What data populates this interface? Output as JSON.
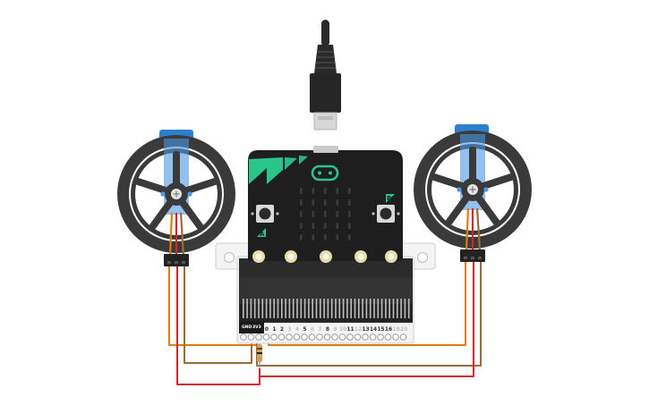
{
  "pins": [
    {
      "label": "0",
      "active": true
    },
    {
      "label": "1",
      "active": true
    },
    {
      "label": "2",
      "active": true
    },
    {
      "label": "3",
      "active": false
    },
    {
      "label": "4",
      "active": false
    },
    {
      "label": "5",
      "active": true
    },
    {
      "label": "6",
      "active": false
    },
    {
      "label": "7",
      "active": false
    },
    {
      "label": "8",
      "active": true
    },
    {
      "label": "9",
      "active": false
    },
    {
      "label": "10",
      "active": false
    },
    {
      "label": "11",
      "active": true
    },
    {
      "label": "12",
      "active": false
    },
    {
      "label": "13",
      "active": true
    },
    {
      "label": "14",
      "active": true
    },
    {
      "label": "15",
      "active": true
    },
    {
      "label": "16",
      "active": true
    },
    {
      "label": "19",
      "active": false
    },
    {
      "label": "20",
      "active": false
    }
  ],
  "power_labels": {
    "gnd": "GND",
    "v3": "3V3"
  },
  "buttons": {
    "a": "A",
    "b": "B"
  },
  "colors": {
    "board": "#1e1e1e",
    "edge_connector": "#2a2a2a",
    "gold_contact": "#d4c585",
    "microbit_green": "#2bc48a",
    "servo_blue": "#2f7fd1",
    "wheel": "#3a3a3a",
    "wire_orange": "#e07b12",
    "wire_brown": "#9b6b3a",
    "wire_red": "#d0282e"
  }
}
